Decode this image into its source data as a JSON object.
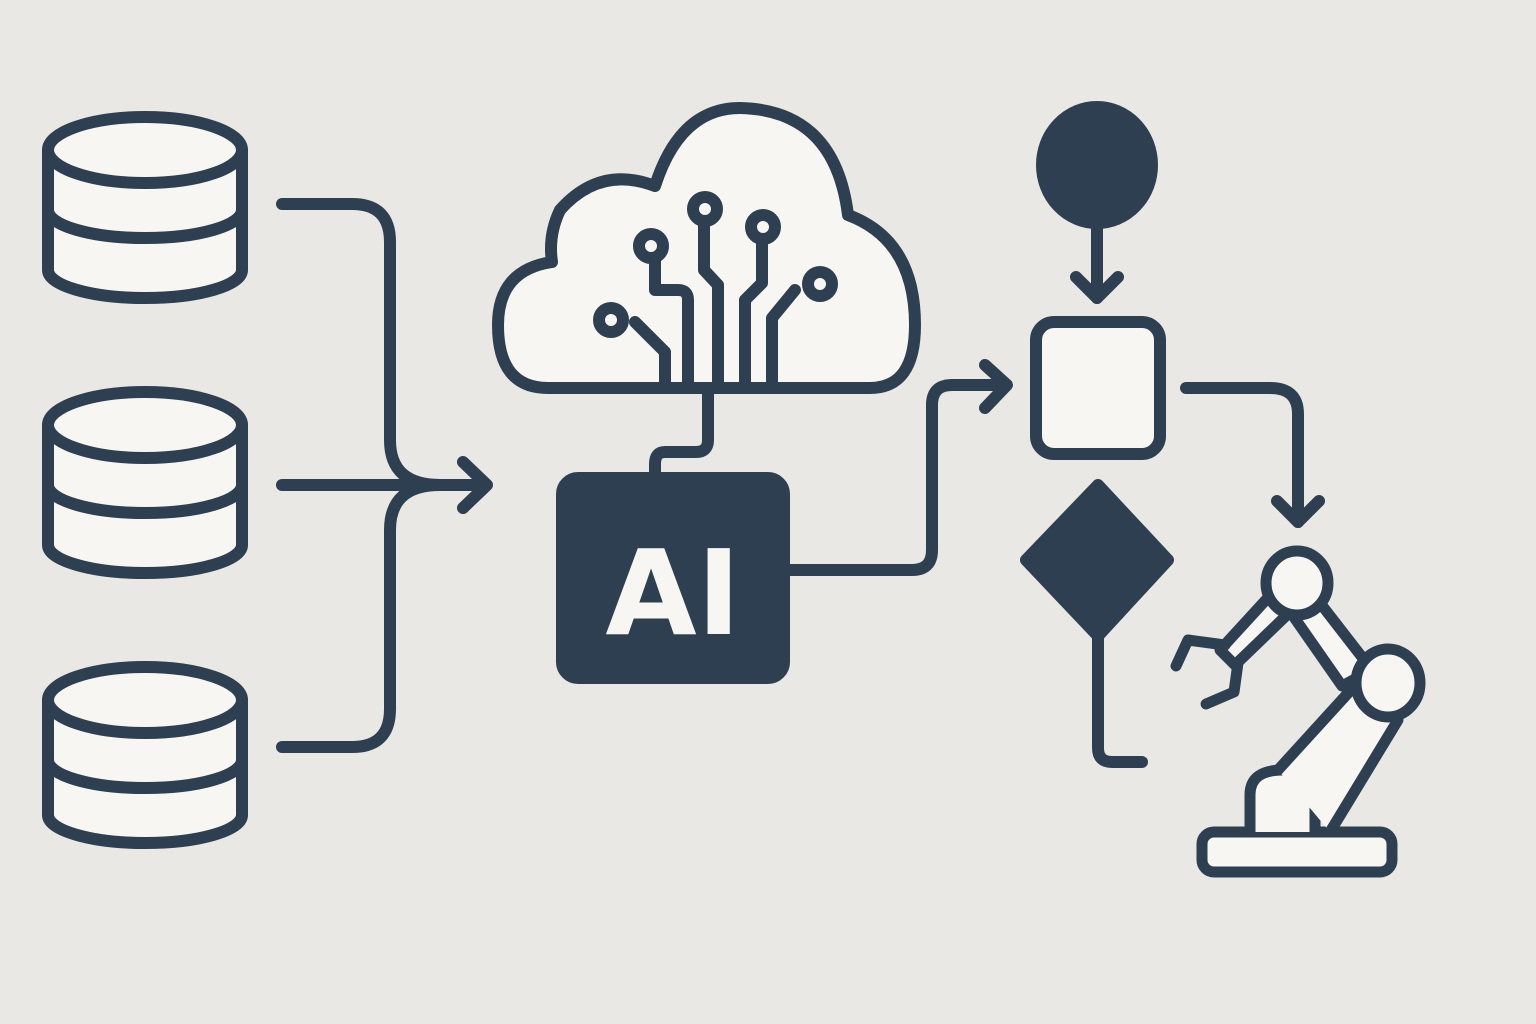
{
  "colors": {
    "background": "#e9e8e4",
    "stroke": "#2e3f52",
    "fill_light": "#f7f6f2",
    "fill_dark": "#2e3f52"
  },
  "diagram": {
    "type": "flow",
    "nodes": [
      {
        "id": "db1",
        "kind": "database-icon"
      },
      {
        "id": "db2",
        "kind": "database-icon"
      },
      {
        "id": "db3",
        "kind": "database-icon"
      },
      {
        "id": "cloud",
        "kind": "cloud-circuit-icon"
      },
      {
        "id": "ai",
        "kind": "ai-chip-box",
        "label": "AI"
      },
      {
        "id": "start",
        "kind": "flowchart-terminal-oval"
      },
      {
        "id": "process",
        "kind": "flowchart-process-box"
      },
      {
        "id": "decision",
        "kind": "flowchart-decision-diamond"
      },
      {
        "id": "robot",
        "kind": "robot-arm-icon"
      }
    ],
    "edges": [
      {
        "from": "db1",
        "to": "ai",
        "arrow": true
      },
      {
        "from": "db2",
        "to": "ai",
        "arrow": true
      },
      {
        "from": "db3",
        "to": "ai",
        "arrow": true
      },
      {
        "from": "cloud",
        "to": "ai",
        "arrow": false
      },
      {
        "from": "ai",
        "to": "process",
        "arrow": true
      },
      {
        "from": "start",
        "to": "process",
        "arrow": true
      },
      {
        "from": "process",
        "to": "robot",
        "arrow": true
      },
      {
        "from": "decision",
        "to": "out",
        "arrow": false
      }
    ]
  },
  "ai_box": {
    "label": "AI"
  }
}
